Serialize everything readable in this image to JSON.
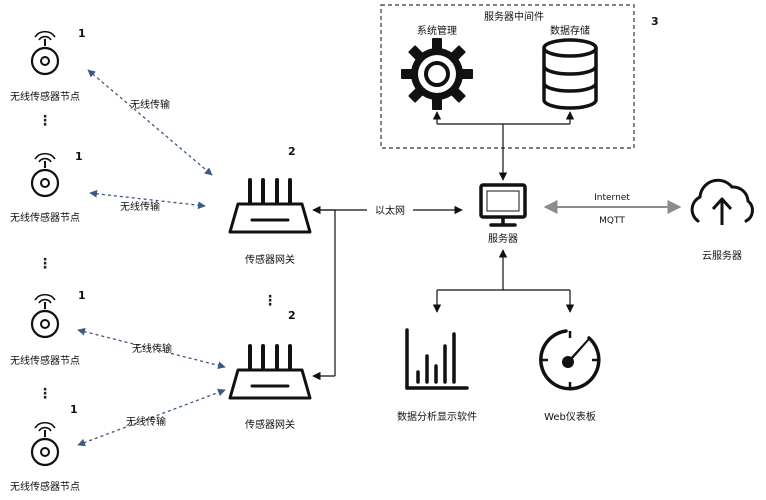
{
  "nodes": {
    "sensor_label": "无线传感器节点",
    "sensor_number": "1",
    "wireless_label": "无线传输"
  },
  "gateways": {
    "label": "传感器网关",
    "number": "2"
  },
  "middleware": {
    "title": "服务器中间件",
    "number": "3",
    "system_management": "系统管理",
    "data_storage": "数据存储"
  },
  "server": {
    "label": "服务器",
    "ethernet_label": "以太网"
  },
  "cloud": {
    "label": "云服务器",
    "protocol_line1": "Internet",
    "protocol_line2": "MQTT"
  },
  "apps": {
    "analysis_software": "数据分析显示软件",
    "web_dashboard": "Web仪表板"
  },
  "separators": {
    "vertical_dots": "⋮"
  },
  "colors": {
    "ink": "#111111",
    "gray_arrow": "#8c8c8c",
    "dash_blue": "#3c5a85",
    "box_border": "#333333"
  }
}
